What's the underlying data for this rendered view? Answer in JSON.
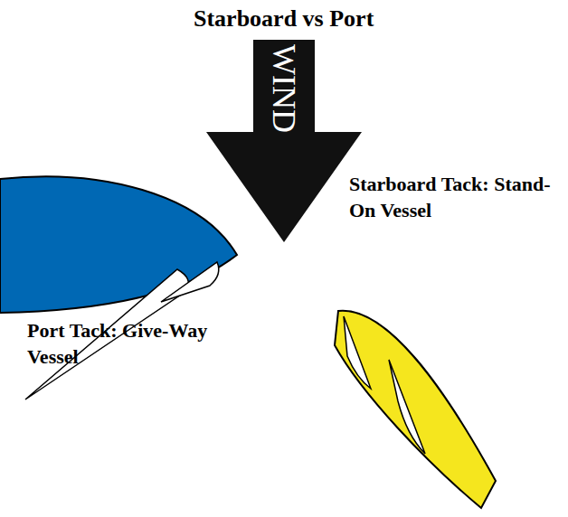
{
  "diagram": {
    "title": "Starboard vs Port",
    "nodes": [
      {
        "text": [
          "WIND"
        ]
      }
    ],
    "labels": [
      "Starboard Tack: Stand-On Vessel",
      "Port Tack: Give-Way Vessel"
    ]
  }
}
